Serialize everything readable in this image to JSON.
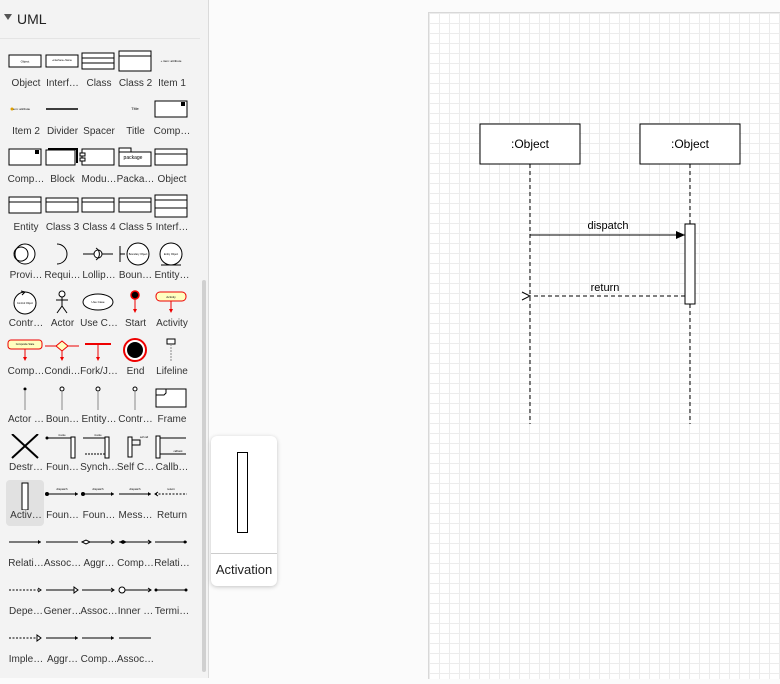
{
  "sidebar": {
    "section_title": "UML",
    "shapes": [
      {
        "label": "Object",
        "icon": "object-shape-icon",
        "inner": "Object"
      },
      {
        "label": "Interf…",
        "icon": "interface-shape-icon",
        "inner": "«interface» Name"
      },
      {
        "label": "Class",
        "icon": "class-shape-icon",
        "inner": ""
      },
      {
        "label": "Class 2",
        "icon": "class2-shape-icon",
        "inner": ""
      },
      {
        "label": "Item 1",
        "icon": "item1-shape-icon",
        "inner": "+ item: attribute"
      },
      {
        "label": "Item 2",
        "icon": "item2-shape-icon",
        "inner": "item: attribute"
      },
      {
        "label": "Divider",
        "icon": "divider-shape-icon",
        "inner": ""
      },
      {
        "label": "Spacer",
        "icon": "spacer-shape-icon",
        "inner": ""
      },
      {
        "label": "Title",
        "icon": "title-shape-icon",
        "inner": "Title"
      },
      {
        "label": "Comp…",
        "icon": "component-shape-icon",
        "inner": ""
      },
      {
        "label": "Comp…",
        "icon": "component2-shape-icon",
        "inner": ""
      },
      {
        "label": "Block",
        "icon": "block-shape-icon",
        "inner": ""
      },
      {
        "label": "Modu…",
        "icon": "module-shape-icon",
        "inner": ""
      },
      {
        "label": "Packa…",
        "icon": "package-shape-icon",
        "inner": "package"
      },
      {
        "label": "Object",
        "icon": "object2-shape-icon",
        "inner": ""
      },
      {
        "label": "Entity",
        "icon": "entity-shape-icon",
        "inner": ""
      },
      {
        "label": "Class 3",
        "icon": "class3-shape-icon",
        "inner": ""
      },
      {
        "label": "Class 4",
        "icon": "class4-shape-icon",
        "inner": ""
      },
      {
        "label": "Class 5",
        "icon": "class5-shape-icon",
        "inner": ""
      },
      {
        "label": "Interf…",
        "icon": "interface2-shape-icon",
        "inner": ""
      },
      {
        "label": "Provi…",
        "icon": "provided-interface-icon",
        "inner": ""
      },
      {
        "label": "Requi…",
        "icon": "required-interface-icon",
        "inner": ""
      },
      {
        "label": "Lollip…",
        "icon": "lollipop-icon",
        "inner": ""
      },
      {
        "label": "Boun…",
        "icon": "boundary-object-icon",
        "inner": "Boundary Object"
      },
      {
        "label": "Entity…",
        "icon": "entity-object-icon",
        "inner": "Entity Object"
      },
      {
        "label": "Contr…",
        "icon": "control-object-icon",
        "inner": "Control Object"
      },
      {
        "label": "Actor",
        "icon": "actor-icon",
        "inner": ""
      },
      {
        "label": "Use C…",
        "icon": "use-case-icon",
        "inner": "Use Case"
      },
      {
        "label": "Start",
        "icon": "start-state-icon",
        "inner": ""
      },
      {
        "label": "Activity",
        "icon": "activity-icon",
        "inner": "Activity"
      },
      {
        "label": "Comp…",
        "icon": "composite-state-icon",
        "inner": "Composite State"
      },
      {
        "label": "Condi…",
        "icon": "condition-icon",
        "inner": ""
      },
      {
        "label": "Fork/J…",
        "icon": "fork-join-icon",
        "inner": ""
      },
      {
        "label": "End",
        "icon": "end-state-icon",
        "inner": ""
      },
      {
        "label": "Lifeline",
        "icon": "lifeline-icon",
        "inner": ""
      },
      {
        "label": "Actor …",
        "icon": "actor-lifeline-icon",
        "inner": ""
      },
      {
        "label": "Boun…",
        "icon": "boundary-lifeline-icon",
        "inner": ""
      },
      {
        "label": "Entity…",
        "icon": "entity-lifeline-icon",
        "inner": ""
      },
      {
        "label": "Contr…",
        "icon": "control-lifeline-icon",
        "inner": ""
      },
      {
        "label": "Frame",
        "icon": "frame-icon",
        "inner": ""
      },
      {
        "label": "Destr…",
        "icon": "destruction-icon",
        "inner": ""
      },
      {
        "label": "Foun…",
        "icon": "found-message-icon",
        "inner": "invoke"
      },
      {
        "label": "Synch…",
        "icon": "sync-invocation-icon",
        "inner": "invoke"
      },
      {
        "label": "Self C…",
        "icon": "self-call-icon",
        "inner": "self call"
      },
      {
        "label": "Callb…",
        "icon": "callback-icon",
        "inner": "callback"
      },
      {
        "label": "Activ…",
        "icon": "activation-icon",
        "inner": ""
      },
      {
        "label": "Foun…",
        "icon": "found-message2-icon",
        "inner": "dispatch"
      },
      {
        "label": "Foun…",
        "icon": "found-message3-icon",
        "inner": "dispatch"
      },
      {
        "label": "Mess…",
        "icon": "message-icon",
        "inner": "dispatch"
      },
      {
        "label": "Return",
        "icon": "return-icon",
        "inner": "return"
      },
      {
        "label": "Relati…",
        "icon": "relation-icon",
        "inner": ""
      },
      {
        "label": "Assoc…",
        "icon": "association-icon",
        "inner": ""
      },
      {
        "label": "Aggr…",
        "icon": "aggregation-icon",
        "inner": ""
      },
      {
        "label": "Comp…",
        "icon": "composition-icon",
        "inner": ""
      },
      {
        "label": "Relati…",
        "icon": "relation2-icon",
        "inner": ""
      },
      {
        "label": "Depe…",
        "icon": "dependency-icon",
        "inner": ""
      },
      {
        "label": "Gener…",
        "icon": "generalization-icon",
        "inner": ""
      },
      {
        "label": "Assoc…",
        "icon": "association2-icon",
        "inner": ""
      },
      {
        "label": "Inner …",
        "icon": "inner-class-icon",
        "inner": ""
      },
      {
        "label": "Termi…",
        "icon": "terminator-icon",
        "inner": ""
      },
      {
        "label": "Imple…",
        "icon": "implementation-icon",
        "inner": ""
      },
      {
        "label": "Aggr…",
        "icon": "aggregation2-icon",
        "inner": ""
      },
      {
        "label": "Comp…",
        "icon": "composition2-icon",
        "inner": ""
      },
      {
        "label": "Assoc…",
        "icon": "association3-icon",
        "inner": ""
      }
    ],
    "selected_index": 45
  },
  "preview": {
    "label": "Activation"
  },
  "diagram": {
    "object_left": ":Object",
    "object_right": ":Object",
    "message_label": "dispatch",
    "return_label": "return"
  }
}
